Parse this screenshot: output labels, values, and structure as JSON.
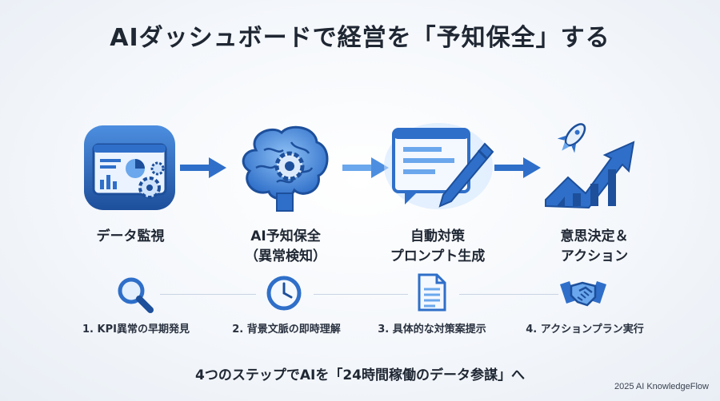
{
  "title": "AIダッシュボードで経営を「予知保全」する",
  "steps": [
    {
      "label_line1": "データ監視",
      "label_line2": "",
      "icon": "dashboard-monitor-icon"
    },
    {
      "label_line1": "AI予知保全",
      "label_line2": "（異常検知）",
      "icon": "ai-brain-icon"
    },
    {
      "label_line1": "自動対策",
      "label_line2": "プロンプト生成",
      "icon": "document-pen-icon"
    },
    {
      "label_line1": "意思決定＆",
      "label_line2": "アクション",
      "icon": "rocket-growth-icon"
    }
  ],
  "substeps": [
    {
      "label": "1. KPI異常の早期発見",
      "icon": "magnifier-icon"
    },
    {
      "label": "2. 背景文脈の即時理解",
      "icon": "clock-icon"
    },
    {
      "label": "3. 具体的な対策案提示",
      "icon": "document-icon"
    },
    {
      "label": "4. アクションプラン実行",
      "icon": "handshake-icon"
    }
  ],
  "footer": "4つのステップでAIを「24時間稼働のデータ参謀」へ",
  "credit": "2025 AI KnowledgeFlow",
  "colors": {
    "primary_blue": "#2f6fc9",
    "dark_blue": "#1d4f9b",
    "light_blue": "#6aa7ec",
    "glow": "#bfe0ff"
  }
}
